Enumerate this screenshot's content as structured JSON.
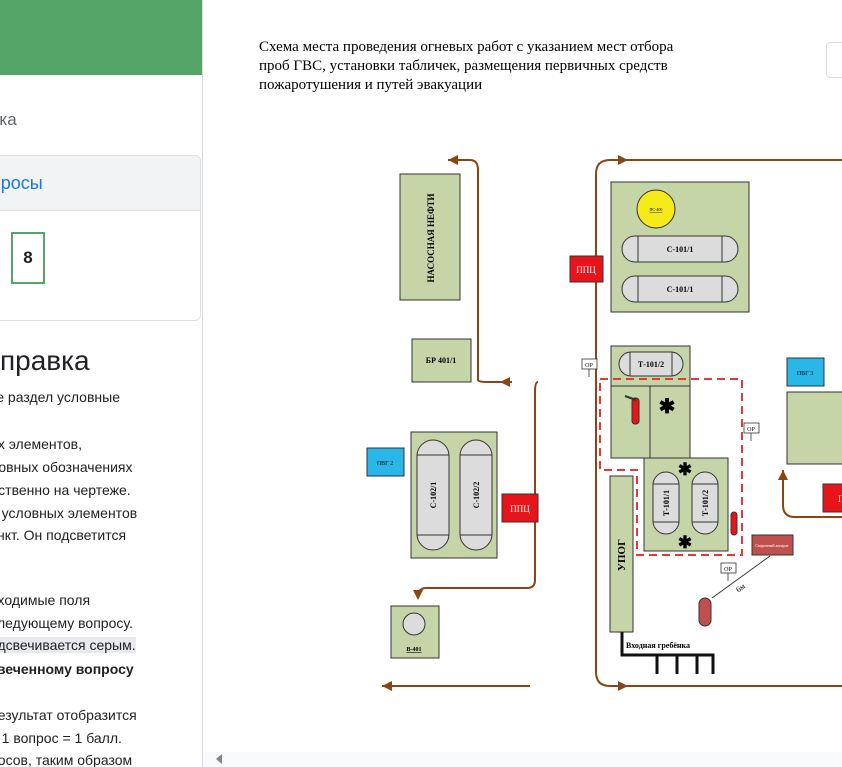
{
  "sidebar": {
    "header_title": "l",
    "tab1": "нка",
    "tab2": "просы",
    "question_number": "8",
    "help_heading": "справка",
    "help_lines": [
      "те раздел условные",
      ".",
      "их элементов,",
      "ловных обозначениях",
      "дственно на чертеже.",
      "е условных элементов",
      "ункт. Он подсветится",
      "",
      "",
      "бходимые поля",
      "следующему вопросу.",
      "одсвечивается серым.",
      "твеченному вопросу",
      "",
      "результат отобразится",
      "а 1 вопрос = 1 балл.",
      "росов, таким образом"
    ]
  },
  "document": {
    "title_lines": [
      "Схема места проведения огневых работ с указанием мест отбора",
      "проб ГВС, установки табличек, размещения первичных средств",
      "пожаротушения и путей эвакуации"
    ]
  },
  "diagram": {
    "pump_station": "НАСОСНАЯ НЕФТИ",
    "br": "БР 401/1",
    "pg2_left": "ПВГ 2",
    "pg3": "ПВГ 3",
    "c1022": "С-102/1",
    "c1022b": "С-102/2",
    "ppc": "ППЦ",
    "b401": "В-401",
    "c1011a": "С-101/1",
    "c1011b": "С-101/1",
    "ppc_yellow": "ПС-400",
    "t1012": "Т-101/2",
    "t1011": "Т-101/1",
    "t1012b": "Т-101/2",
    "op": "ОР",
    "upog": "УПОГ",
    "inlet": "Входная гребёнка",
    "welding": "Сварочный аппарат",
    "distance": "6м"
  },
  "colors": {
    "accent_green": "#55a468",
    "equipment_fill": "#c5d5a8",
    "path": "#8b4513",
    "ppc_red": "#e8141a",
    "pg_blue": "#29b6e8",
    "yellow": "#f5e91a",
    "danger_zone": "#e53935"
  }
}
